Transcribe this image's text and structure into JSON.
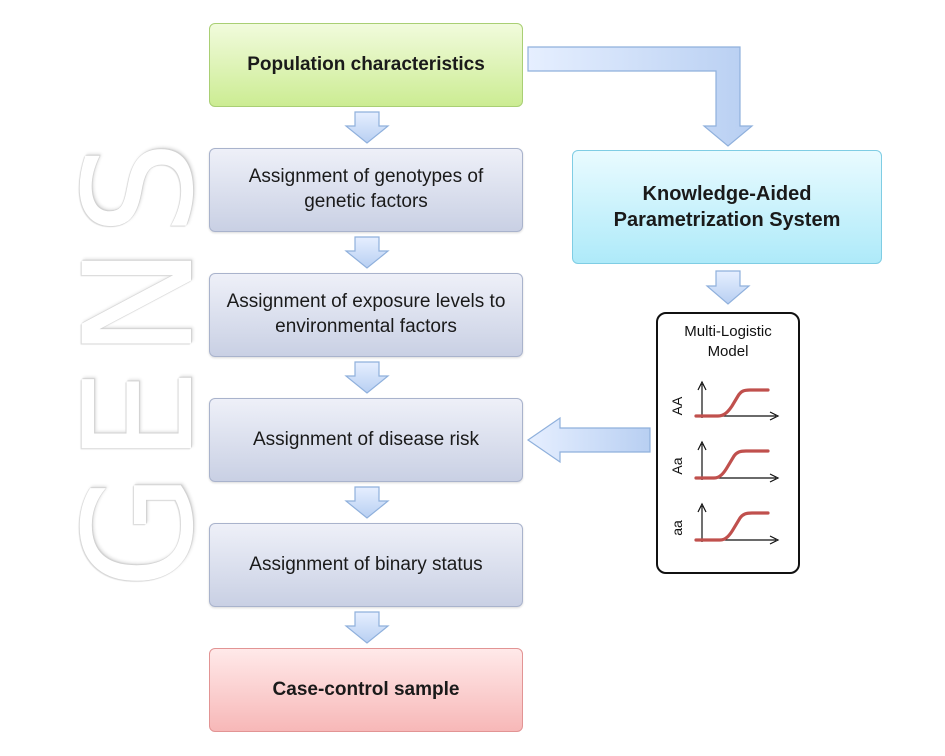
{
  "watermark": {
    "text": "GENS"
  },
  "flow": {
    "population": "Population characteristics",
    "genotypes": "Assignment of genotypes of genetic factors",
    "exposure": "Assignment of exposure levels to environmental factors",
    "disease_risk": "Assignment of disease risk",
    "binary_status": "Assignment of binary status",
    "case_control": "Case-control sample"
  },
  "side": {
    "kaps": "Knowledge-Aided Parametrization System",
    "model_title_line1": "Multi-Logistic",
    "model_title_line2": "Model",
    "genotypes": [
      "AA",
      "Aa",
      "aa"
    ]
  },
  "colors": {
    "arrow_fill": "#c9dcf6",
    "arrow_stroke": "#8fb0dc",
    "curve": "#c0504d",
    "population_fill": "#d9f2ad",
    "step_fill": "#d6dbea",
    "kaps_fill": "#c6f0fb",
    "case_control_fill": "#f9c9c9"
  },
  "icons": [
    "down-arrow-icon",
    "left-arrow-icon",
    "elbow-arrow-icon",
    "logistic-curve-icon"
  ]
}
